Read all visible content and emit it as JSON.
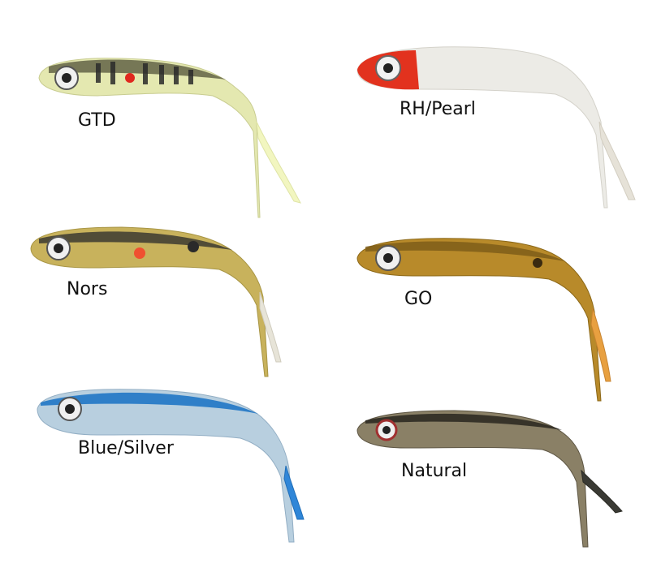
{
  "lures": [
    {
      "label": "GTD",
      "body": "#e4e8b0",
      "back": "#5a5a40",
      "belly": "#f1f3c8",
      "tail": "#f2f6c0",
      "spot": "#e0281e"
    },
    {
      "label": "RH/Pearl",
      "body": "#ecebe6",
      "back": "#cfccc4",
      "belly": "#f7f6f2",
      "tail": "#e6e2d8",
      "head": "#e2321e"
    },
    {
      "label": "Nors",
      "body": "#c8b25c",
      "back": "#3c3a30",
      "belly": "#e8dca0",
      "tail": "#e7e4d8",
      "spot": "#f05030"
    },
    {
      "label": "GO",
      "body": "#b88a2a",
      "back": "#7a5a18",
      "belly": "#d8b050",
      "tail": "#e8a040"
    },
    {
      "label": "Blue/Silver",
      "body": "#b8cfdf",
      "back": "#2f7fc8",
      "belly": "#eef3f6",
      "tail": "#2f86d8"
    },
    {
      "label": "Natural",
      "body": "#8a8066",
      "back": "#2e2a22",
      "belly": "#cfc6a6",
      "tail": "#3a3a34"
    }
  ]
}
